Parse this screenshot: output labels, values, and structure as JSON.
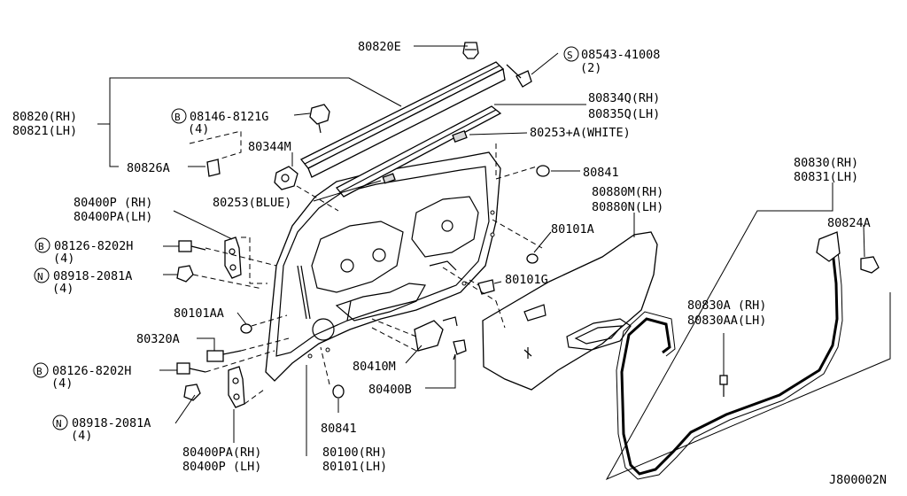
{
  "labels": {
    "p80820E": "80820E",
    "s08543": "08543-41008",
    "s08543_sym": "S",
    "s08543_qty": "(2)",
    "p80834Q": "80834Q(RH)",
    "p80835Q": "80835Q(LH)",
    "p80820": "80820(RH)",
    "p80821": "80821(LH)",
    "b08146": "08146-8121G",
    "b08146_sym": "B",
    "b08146_qty": "(4)",
    "p80253A": "80253+A(WHITE)",
    "p80344M": "80344M",
    "p80826A": "80826A",
    "p80841a": "80841",
    "p80830": "80830(RH)",
    "p80831": "80831(LH)",
    "p80253": "80253(BLUE)",
    "p80880M": "80880M(RH)",
    "p80880N": "80880N(LH)",
    "p80824A": "80824A",
    "p80400P": "80400P (RH)",
    "p80400PA": "80400PA(LH)",
    "p80101A": "80101A",
    "b08126a": "08126-8202H",
    "b08126a_sym": "B",
    "b08126a_qty": "(4)",
    "n08918a": "08918-2081A",
    "n08918a_sym": "N",
    "n08918a_qty": "(4)",
    "p80101G": "80101G",
    "p80830A": "80830A (RH)",
    "p80830AA": "80830AA(LH)",
    "p80101AA": "80101AA",
    "p80320A": "80320A",
    "p80410M": "80410M",
    "b08126b": "08126-8202H",
    "b08126b_sym": "B",
    "b08126b_qty": "(4)",
    "p80400B": "80400B",
    "n08918b": "08918-2081A",
    "n08918b_sym": "N",
    "n08918b_qty": "(4)",
    "p80841b": "80841",
    "p80400PA_b": "80400PA(RH)",
    "p80400P_b": "80400P (LH)",
    "p80100": "80100(RH)",
    "p80101": "80101(LH)",
    "diagram_id": "J800002N"
  }
}
